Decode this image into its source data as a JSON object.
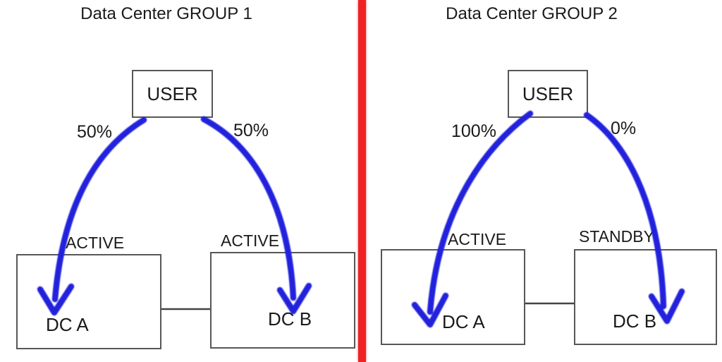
{
  "diagram": {
    "colors": {
      "arrow": "#2323dd",
      "divider": "#ee2222",
      "box_border": "#575757",
      "connector": "#444444",
      "text": "#1a1a1a"
    },
    "groups": [
      {
        "title": "Data Center GROUP 1",
        "user_label": "USER",
        "links": [
          {
            "percent": "50%",
            "target": "DC A"
          },
          {
            "percent": "50%",
            "target": "DC B"
          }
        ],
        "datacenters": [
          {
            "name": "DC A",
            "status": "ACTIVE"
          },
          {
            "name": "DC B",
            "status": "ACTIVE"
          }
        ]
      },
      {
        "title": "Data Center GROUP 2",
        "user_label": "USER",
        "links": [
          {
            "percent": "100%",
            "target": "DC A"
          },
          {
            "percent": "0%",
            "target": "DC B"
          }
        ],
        "datacenters": [
          {
            "name": "DC A",
            "status": "ACTIVE"
          },
          {
            "name": "DC B",
            "status": "STANDBY"
          }
        ]
      }
    ]
  }
}
